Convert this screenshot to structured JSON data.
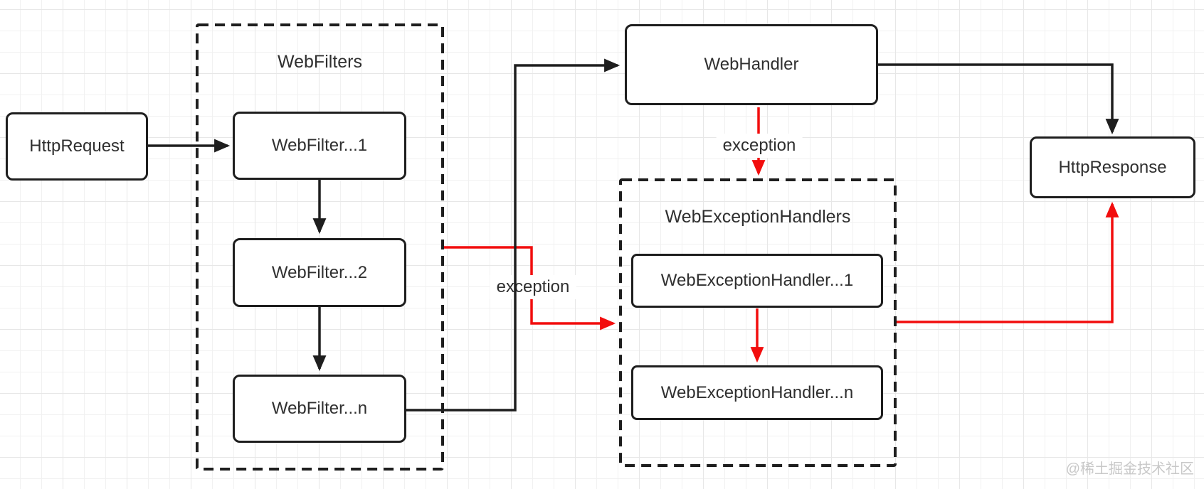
{
  "diagram": {
    "colors": {
      "line_black": "#1e1e1e",
      "line_red": "#f20d0d"
    },
    "groups": {
      "web_filters": {
        "label": "WebFilters"
      },
      "web_exception_handlers": {
        "label": "WebExceptionHandlers"
      }
    },
    "nodes": {
      "http_request": {
        "label": "HttpRequest"
      },
      "web_filter_1": {
        "label": "WebFilter...1"
      },
      "web_filter_2": {
        "label": "WebFilter...2"
      },
      "web_filter_n": {
        "label": "WebFilter...n"
      },
      "web_handler": {
        "label": "WebHandler"
      },
      "web_exception_handler_1": {
        "label": "WebExceptionHandler...1"
      },
      "web_exception_handler_n": {
        "label": "WebExceptionHandler...n"
      },
      "http_response": {
        "label": "HttpResponse"
      }
    },
    "edge_labels": {
      "handler_exception": "exception",
      "filter_exception": "exception"
    },
    "watermark": "@稀土掘金技术社区"
  }
}
